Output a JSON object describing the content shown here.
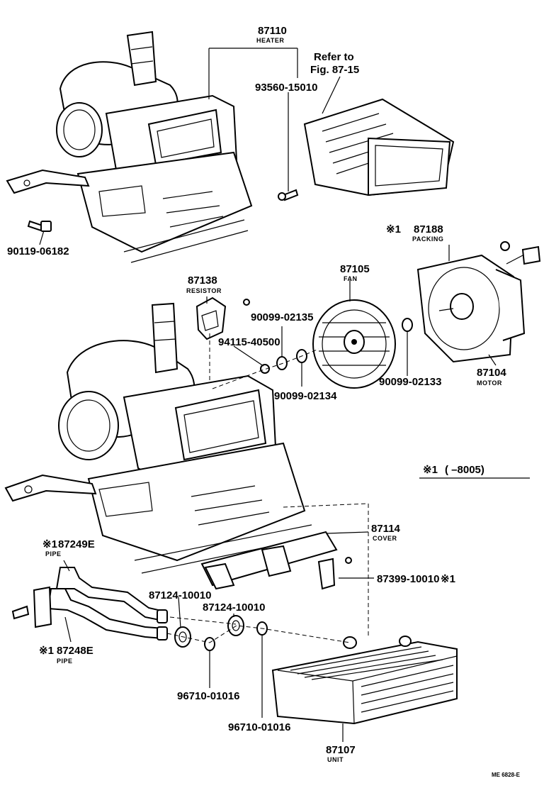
{
  "labels": {
    "heater_top": {
      "num": "87110",
      "name": "HEATER"
    },
    "refer": {
      "line1": "Refer to",
      "line2": "Fig. 87-15"
    },
    "bolt_top": "93560-15010",
    "bolt_left": "90119-06182",
    "resistor": {
      "num": "87138",
      "name": "RESISTOR"
    },
    "fan": {
      "num": "87105",
      "name": "FAN"
    },
    "packing": {
      "num": "87188",
      "name": "PACKING"
    },
    "motor": {
      "num": "87104",
      "name": "MOTOR"
    },
    "washer_a": "90099-02135",
    "screw_a": "94115-40500",
    "washer_b": "90099-02134",
    "washer_c": "90099-02133",
    "note": {
      "mark": "※1",
      "text": "( –8005)"
    },
    "cover": {
      "num": "87114",
      "name": "COVER"
    },
    "clamp": "87399-10010",
    "pipe_e9": {
      "num": "87249E",
      "name": "PIPE"
    },
    "pipe_e8": {
      "num": "87248E",
      "name": "PIPE"
    },
    "grommet_1": "87124-10010",
    "grommet_2": "87124-10010",
    "oring_1": "96710-01016",
    "oring_2": "96710-01016",
    "unit": {
      "num": "87107",
      "name": "UNIT"
    },
    "mark": "※1",
    "fig_code": "ME 6828-E"
  }
}
